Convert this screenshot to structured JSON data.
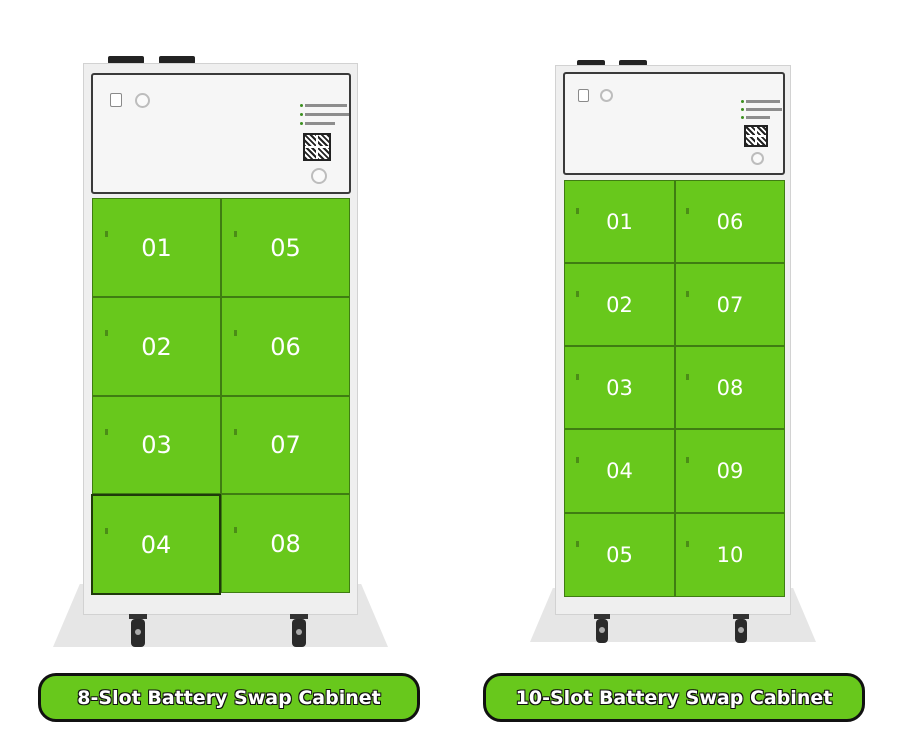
{
  "cabinets": [
    {
      "label": "8-Slot Battery Swap Cabinet",
      "slots": [
        "01",
        "02",
        "03",
        "04",
        "05",
        "06",
        "07",
        "08"
      ]
    },
    {
      "label": "10-Slot Battery Swap Cabinet",
      "slots": [
        "01",
        "02",
        "03",
        "04",
        "05",
        "06",
        "07",
        "08",
        "09",
        "10"
      ]
    }
  ],
  "colors": {
    "door_green": "#68c81c",
    "label_green": "#68c81c",
    "outline": "#111111",
    "cabinet_body": "#efefef"
  },
  "icon_names": [
    "display-icon",
    "button-icon",
    "qr-code-icon",
    "keyhole-icon",
    "caster-wheel-icon"
  ]
}
